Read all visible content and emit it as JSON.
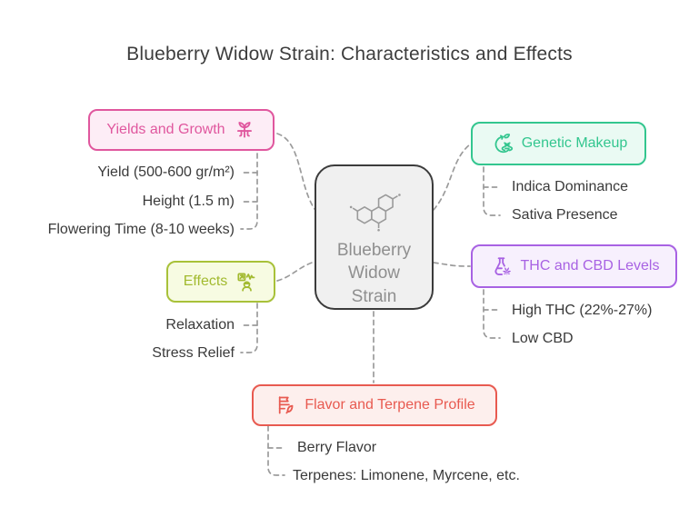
{
  "title": "Blueberry Widow Strain: Characteristics and Effects",
  "center": {
    "label": "Blueberry Widow Strain",
    "icon": "molecule-icon",
    "background": "#f0f0f0",
    "border_color": "#3b3b3b",
    "text_color": "#8f8f8f"
  },
  "connector_color": "#9b9b9b",
  "branches": [
    {
      "label": "Yields and Growth",
      "icon": "sprout-icon",
      "icon_side": "right",
      "color": "#e0579e",
      "background": "#fdedf6",
      "items": [
        "Yield (500-600 gr/m²)",
        "Height (1.5 m)",
        "Flowering Time (8-10 weeks)"
      ]
    },
    {
      "label": "Genetic Makeup",
      "icon": "dna-icon",
      "icon_side": "left",
      "color": "#33c68f",
      "background": "#eafaf3",
      "items": [
        "Indica Dominance",
        "Sativa Presence"
      ]
    },
    {
      "label": "Effects",
      "icon": "mood-pulse-icon",
      "icon_side": "right",
      "color": "#a8c139",
      "background": "#f7fbe2",
      "items": [
        "Relaxation",
        "Stress Relief"
      ]
    },
    {
      "label": "THC and CBD Levels",
      "icon": "flask-leaf-icon",
      "icon_side": "left",
      "color": "#a862e3",
      "background": "#f7f0fd",
      "items": [
        "High THC (22%-27%)",
        "Low CBD"
      ]
    },
    {
      "label": "Flavor and Terpene Profile",
      "icon": "list-leaf-icon",
      "icon_side": "left",
      "color": "#e85a50",
      "background": "#fdefed",
      "items": [
        "Berry Flavor",
        "Terpenes: Limonene, Myrcene, etc."
      ]
    }
  ]
}
